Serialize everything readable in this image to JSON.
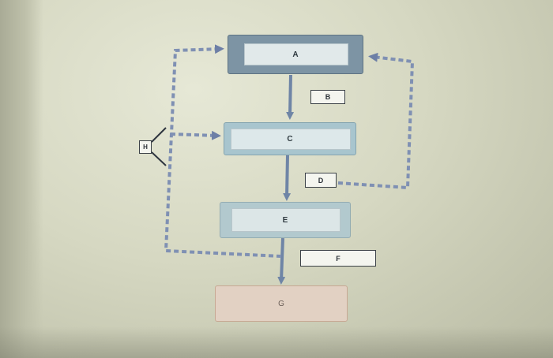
{
  "diagram": {
    "nodes": {
      "A": {
        "label": "A"
      },
      "C": {
        "label": "C"
      },
      "E": {
        "label": "E"
      },
      "G": {
        "label": "G"
      }
    },
    "boxes": {
      "B": {
        "label": "B"
      },
      "D": {
        "label": "D"
      },
      "F": {
        "label": "F"
      },
      "H": {
        "label": "H"
      }
    },
    "edges": [
      {
        "from": "A",
        "to": "C",
        "style": "solid"
      },
      {
        "from": "C",
        "to": "E",
        "style": "solid"
      },
      {
        "from": "E",
        "to": "G",
        "style": "solid"
      },
      {
        "from": "D",
        "to": "A",
        "style": "dashed"
      },
      {
        "from": "F",
        "to": "A",
        "style": "dashed"
      },
      {
        "from": "F",
        "to": "C",
        "style": "dashed"
      }
    ],
    "colors": {
      "arrow": "#6f85a6",
      "dashed": "#7f90b3"
    }
  }
}
